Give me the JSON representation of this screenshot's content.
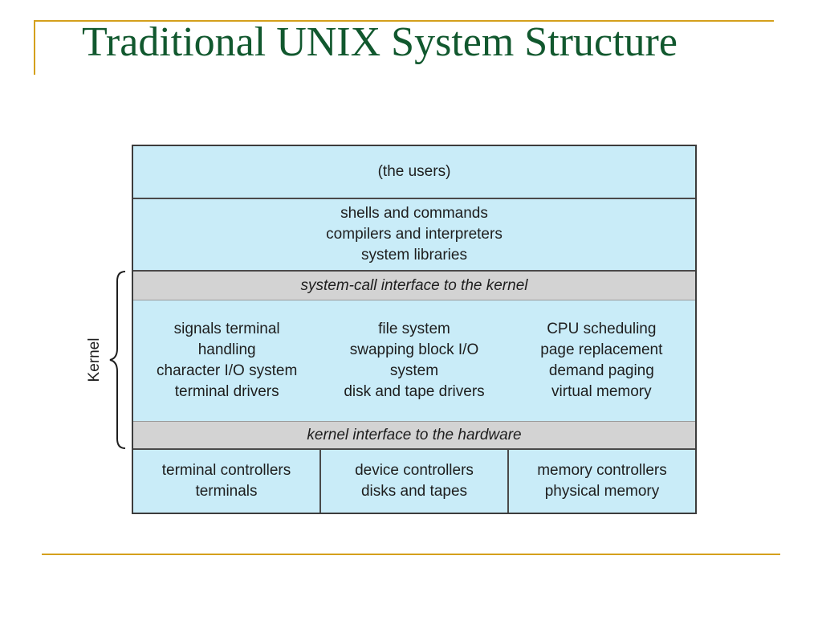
{
  "slide": {
    "title": "Traditional UNIX System Structure",
    "accent_color": "#d4a01c",
    "title_color": "#11582e"
  },
  "diagram": {
    "fill_color": "#c9ecf8",
    "interface_color": "#d3d3d3",
    "kernel_label": "Kernel",
    "users": "(the users)",
    "shells": [
      "shells and commands",
      "compilers and interpreters",
      "system libraries"
    ],
    "syscall_interface": "system-call interface to the kernel",
    "kernel_columns": [
      [
        "signals terminal",
        "handling",
        "character I/O system",
        "terminal drivers"
      ],
      [
        "file system",
        "swapping block I/O",
        "system",
        "disk and tape drivers"
      ],
      [
        "CPU scheduling",
        "page replacement",
        "demand paging",
        "virtual memory"
      ]
    ],
    "hardware_interface": "kernel interface to the hardware",
    "hardware_columns": [
      [
        "terminal controllers",
        "terminals"
      ],
      [
        "device controllers",
        "disks and tapes"
      ],
      [
        "memory controllers",
        "physical memory"
      ]
    ]
  }
}
